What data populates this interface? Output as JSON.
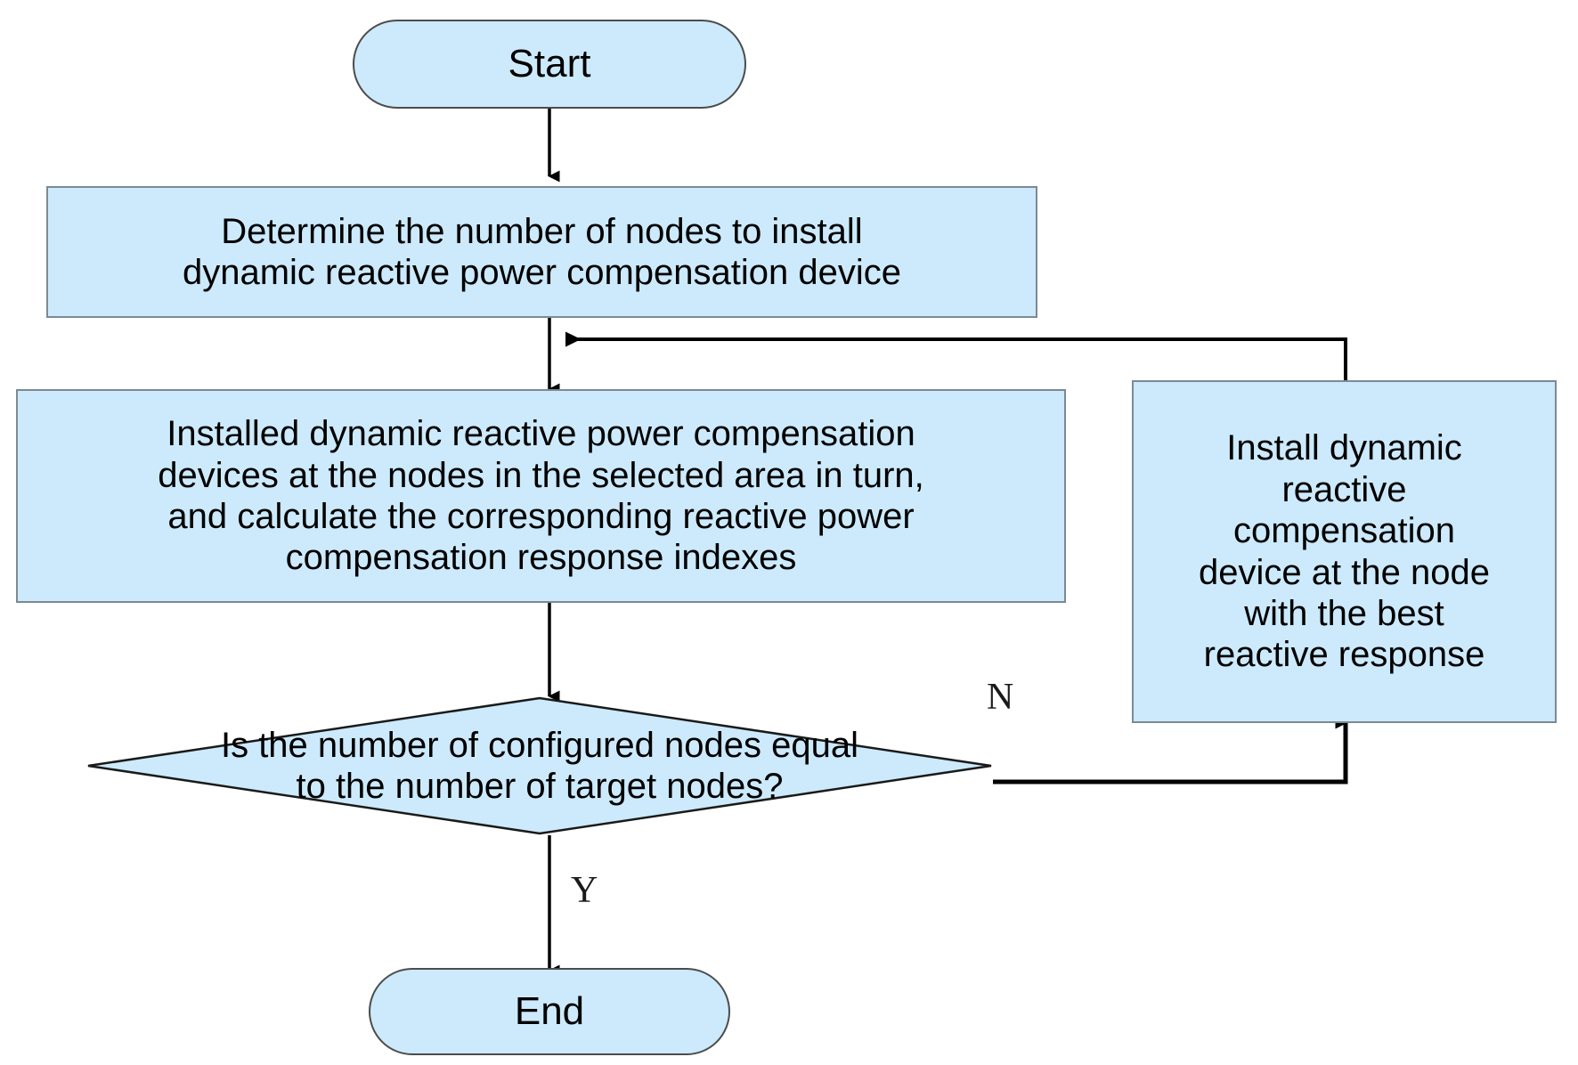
{
  "diagram": {
    "type": "flowchart",
    "title": "Dynamic reactive power compensation device siting flowchart",
    "orientation": "top-to-bottom",
    "colors": {
      "node_fill": "#cceafb",
      "node_border": "#7c8a94",
      "terminator_border": "#4c4c4c",
      "edge": "#000000",
      "text": "#000000",
      "background": "#ffffff"
    }
  },
  "nodes": {
    "start": {
      "id": "start",
      "shape": "terminator",
      "label": "Start"
    },
    "determine_nodes": {
      "id": "determine_nodes",
      "shape": "process",
      "label": "Determine the number of nodes to install\ndynamic reactive power compensation device"
    },
    "install_and_calculate": {
      "id": "install_and_calculate",
      "shape": "process",
      "label": "Installed dynamic reactive power compensation\ndevices at the nodes in the selected area in turn,\nand calculate the corresponding reactive power\ncompensation response indexes"
    },
    "decision_node_count": {
      "id": "decision_node_count",
      "shape": "decision",
      "label": "Is the number of configured nodes equal\nto the number of target nodes?"
    },
    "install_best_node": {
      "id": "install_best_node",
      "shape": "process",
      "label": "Install dynamic\nreactive\ncompensation\ndevice at the node\nwith the best\nreactive response"
    },
    "end": {
      "id": "end",
      "shape": "terminator",
      "label": "End"
    }
  },
  "edges": [
    {
      "id": "e1",
      "from": "start",
      "to": "determine_nodes",
      "label": ""
    },
    {
      "id": "e2",
      "from": "determine_nodes",
      "to": "install_and_calculate",
      "label": ""
    },
    {
      "id": "e3",
      "from": "install_and_calculate",
      "to": "decision_node_count",
      "label": ""
    },
    {
      "id": "e4",
      "from": "decision_node_count",
      "to": "install_best_node",
      "label": "N"
    },
    {
      "id": "e5",
      "from": "install_best_node",
      "to": "install_and_calculate",
      "label": ""
    },
    {
      "id": "e6",
      "from": "decision_node_count",
      "to": "end",
      "label": "Y"
    }
  ],
  "branch_labels": {
    "no": "N",
    "yes": "Y"
  }
}
